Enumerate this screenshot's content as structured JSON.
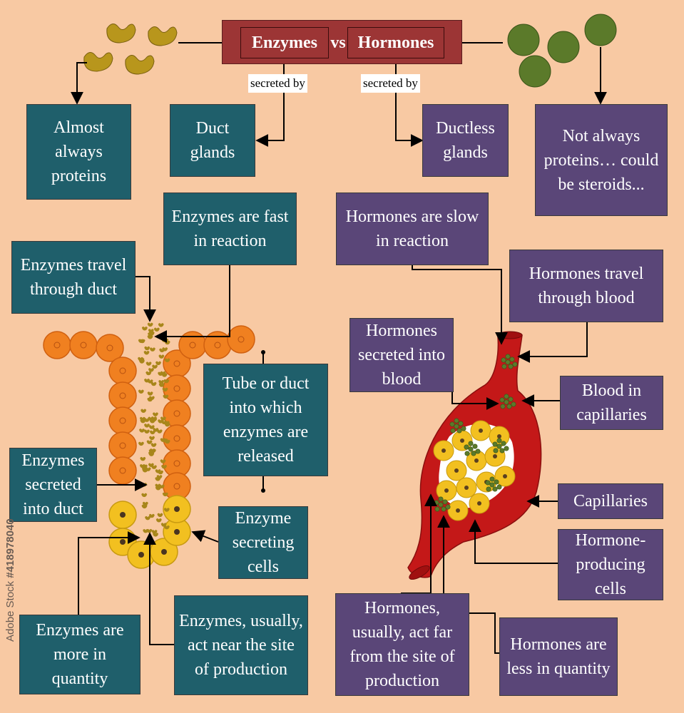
{
  "title": {
    "left": "Enzymes",
    "vs": "vs",
    "right": "Hormones"
  },
  "tags": {
    "enzyme_secreted_by": "secreted by",
    "hormone_secreted_by": "secreted by"
  },
  "enzyme_boxes": {
    "proteins": "Almost always proteins",
    "duct_glands": "Duct glands",
    "fast": "Enzymes are fast in reaction",
    "travel": "Enzymes travel through duct",
    "tube": "Tube or duct into which enzymes are released",
    "secreted_into_duct": "Enzymes secreted into duct",
    "secreting_cells": "Enzyme secreting cells",
    "quantity": "Enzymes are more in quantity",
    "act_near": "Enzymes, usually, act near the site of production"
  },
  "hormone_boxes": {
    "ductless": "Ductless glands",
    "not_proteins": "Not always proteins… could be steroids...",
    "slow": "Hormones are slow in reaction",
    "travel_blood": "Hormones travel through blood",
    "secreted_blood": "Hormones secreted into blood",
    "blood_capillaries": "Blood in capillaries",
    "capillaries": "Capillaries",
    "producing_cells": "Hormone-producing cells",
    "act_far": "Hormones, usually, act far from the site of production",
    "less_quantity": "Hormones are less in quantity"
  },
  "watermark": {
    "brand": "Adobe Stock",
    "id": "#418978040"
  },
  "colors": {
    "background": "#f8c9a3",
    "enzyme_box": "#1f5f6b",
    "hormone_box": "#5a4678",
    "title_bar": "#9c3535",
    "enzyme_shape": "#b8961c",
    "hormone_shape": "#5b7a2a",
    "duct_cell": "#f08020",
    "secreting_cell": "#f2c020",
    "blood": "#c41818"
  }
}
